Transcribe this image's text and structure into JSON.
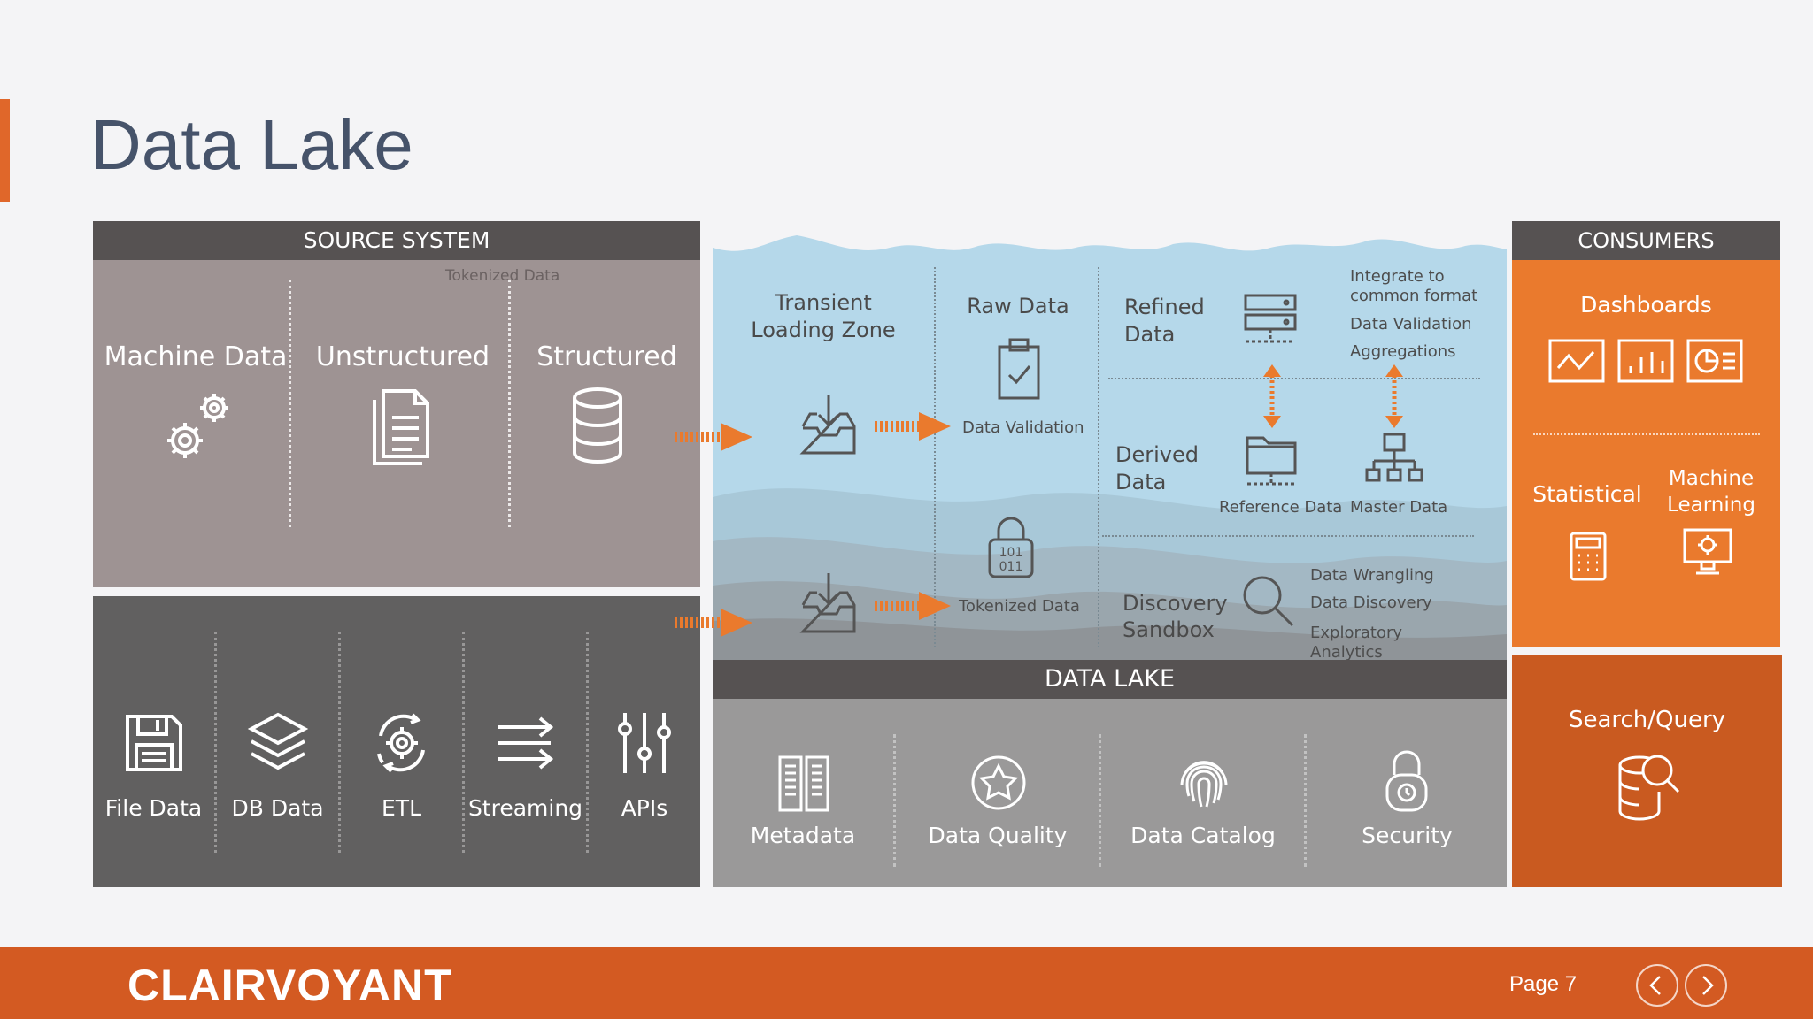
{
  "title": "Data Lake",
  "source_system": {
    "header": "SOURCE SYSTEM",
    "tokenized_label": "Tokenized Data",
    "columns": [
      {
        "label": "Machine Data",
        "icon": "gears-icon"
      },
      {
        "label": "Unstructured",
        "icon": "document-icon"
      },
      {
        "label": "Structured",
        "icon": "database-icon"
      }
    ]
  },
  "ingestion": [
    {
      "label": "File Data",
      "icon": "floppy-disk-icon"
    },
    {
      "label": "DB Data",
      "icon": "layers-icon"
    },
    {
      "label": "ETL",
      "icon": "cycle-gear-icon"
    },
    {
      "label": "Streaming",
      "icon": "arrows-icon"
    },
    {
      "label": "APIs",
      "icon": "sliders-icon"
    }
  ],
  "lake": {
    "transient_zone": "Transient\nLoading Zone",
    "raw_data": "Raw Data",
    "data_validation": "Data Validation",
    "tokenized_data": "Tokenized Data",
    "refined_data": "Refined\nData",
    "refined_notes": {
      "integrate": "Integrate to\ncommon format",
      "validation": "Data Validation",
      "aggregations": "Aggregations"
    },
    "derived_data": "Derived\nData",
    "reference_data": "Reference Data",
    "master_data": "Master Data",
    "discovery_sandbox": "Discovery\nSandbox",
    "discovery_notes": {
      "wrangling": "Data Wrangling",
      "discovery": "Data Discovery",
      "exploratory": "Exploratory\nAnalytics"
    },
    "bar_label": "DATA LAKE"
  },
  "governance": [
    {
      "label": "Metadata",
      "icon": "metadata-icon"
    },
    {
      "label": "Data Quality",
      "icon": "star-badge-icon"
    },
    {
      "label": "Data Catalog",
      "icon": "fingerprint-icon"
    },
    {
      "label": "Security",
      "icon": "lock-icon"
    }
  ],
  "consumers": {
    "header": "CONSUMERS",
    "dashboards": "Dashboards",
    "statistical": "Statistical",
    "machine_learning": "Machine\nLearning",
    "search_query": "Search/Query"
  },
  "footer": {
    "brand": "CLAIRVOYANT",
    "page": "Page 7"
  },
  "colors": {
    "accent": "#e0672a",
    "orange": "#ea7a2d",
    "dark_orange": "#c95a20",
    "lake_blue": "#b5d8ea",
    "dark_gray": "#616060",
    "title": "#46536a"
  }
}
